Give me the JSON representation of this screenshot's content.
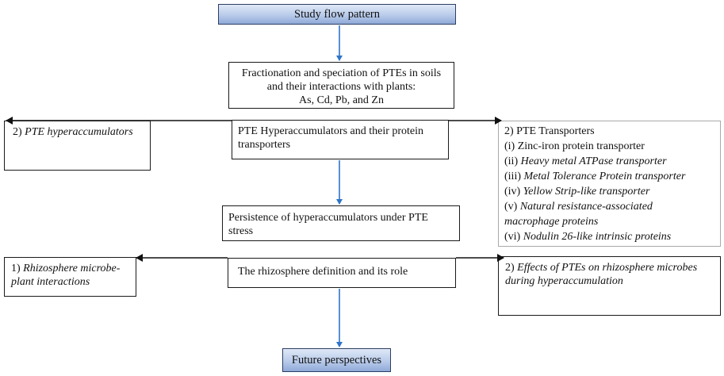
{
  "colors": {
    "vertical_arrow": "#2E75C8",
    "horizontal_arrow": "#111111",
    "terminal_box_fill": "#B9CBEA"
  },
  "nodes": {
    "study_flow": "Study flow pattern",
    "fractionation": {
      "lines": [
        "Fractionation and speciation of PTEs in soils",
        "and their interactions with plants:",
        "As, Cd, Pb, and Zn"
      ]
    },
    "hyperaccumulators_transporters": {
      "lines": [
        "PTE Hyperaccumulators and their protein",
        "transporters"
      ]
    },
    "persistence": {
      "lines": [
        "Persistence of hyperaccumulators under PTE",
        "stress"
      ]
    },
    "rhizosphere": "The rhizosphere definition and its role",
    "future": "Future perspectives",
    "left_hyperaccumulators": {
      "number": "2) ",
      "text": "PTE hyperaccumulators"
    },
    "transporters": {
      "title": "2) PTE Transporters",
      "items": [
        {
          "num": "(i) ",
          "text": "Zinc-iron protein transporter",
          "italic": false
        },
        {
          "num": "(ii) ",
          "text": "Heavy metal ATPase transporter",
          "italic": true
        },
        {
          "num": "(iii) ",
          "text": "Metal Tolerance Protein transporter",
          "italic": true
        },
        {
          "num": "(iv) ",
          "text": "Yellow Strip-like transporter",
          "italic": true
        },
        {
          "num": "(v) ",
          "text": "Natural resistance-associated",
          "italic": true
        },
        {
          "num": "",
          "text": "macrophage proteins",
          "italic": true
        },
        {
          "num": "(vi) ",
          "text": "Nodulin 26-like intrinsic proteins",
          "italic": true
        }
      ]
    },
    "rhizo_interactions": {
      "number": "1) ",
      "line1": "Rhizosphere microbe-",
      "line2": "plant interactions"
    },
    "rhizo_effects": {
      "number": "2) ",
      "line1": "Effects of PTEs on rhizosphere microbes",
      "line2": "during hyperaccumulation"
    }
  }
}
